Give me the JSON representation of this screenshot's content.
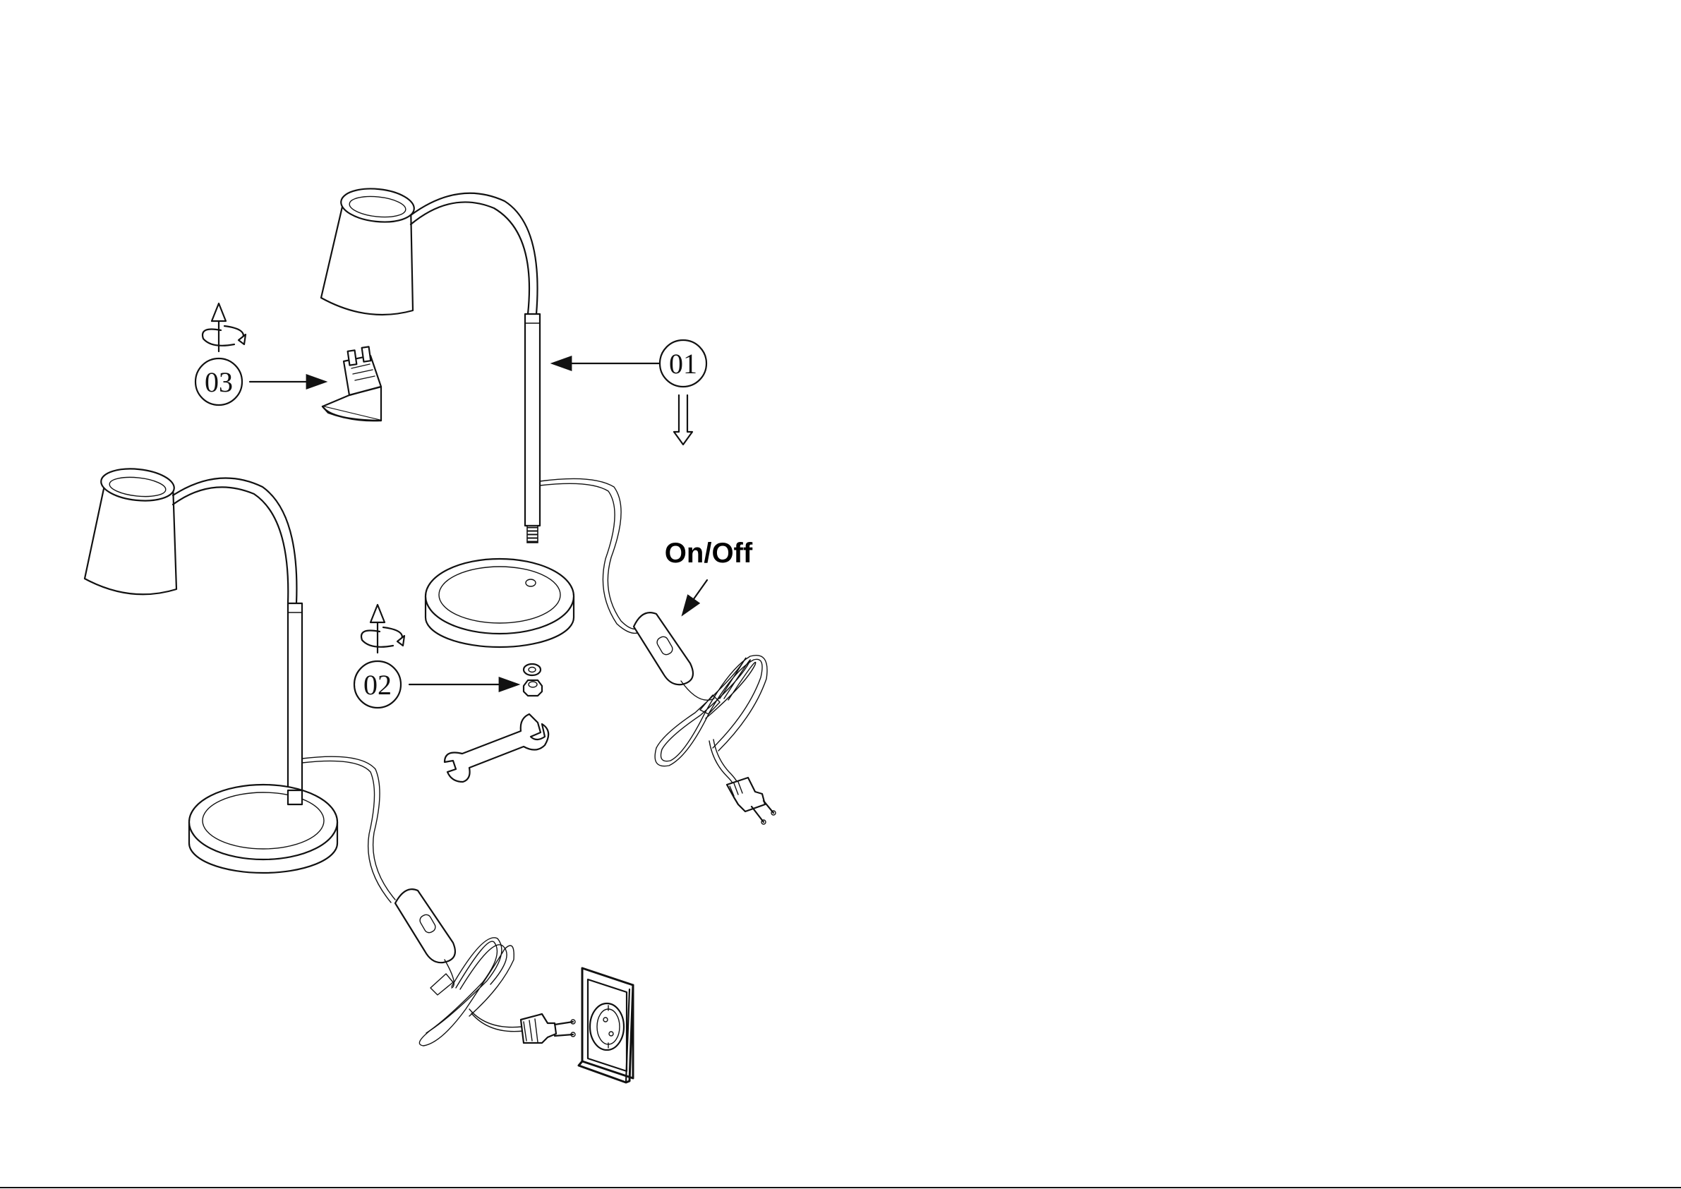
{
  "steps": {
    "step1": "01",
    "step2": "02",
    "step3": "03"
  },
  "labels": {
    "switch": "On/Off"
  }
}
